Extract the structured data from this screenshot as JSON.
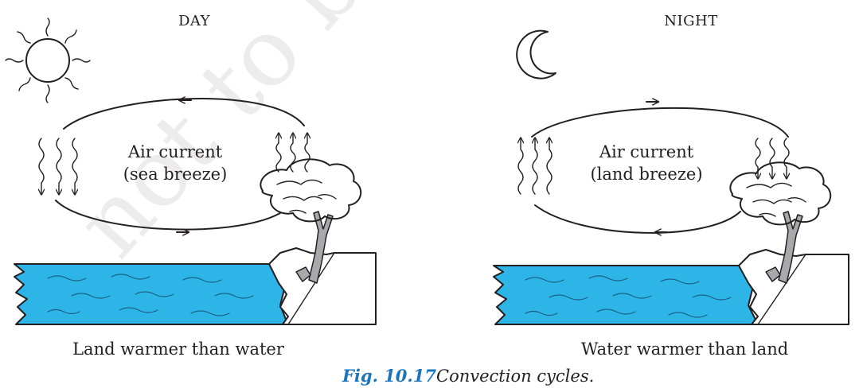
{
  "watermark": "not to be",
  "panels": [
    {
      "heading": "DAY",
      "label_line1": "Air current",
      "label_line2": "(sea breeze)",
      "caption": "Land warmer than water",
      "sky_icon": "sun-icon"
    },
    {
      "heading": "NIGHT",
      "label_line1": "Air current",
      "label_line2": "(land breeze)",
      "caption": "Water warmer than land",
      "sky_icon": "moon-icon"
    }
  ],
  "figure": {
    "number": "Fig. 10.17",
    "title": "Convection cycles."
  },
  "colors": {
    "water": "#2db5e8",
    "caption_number": "#1c75bc",
    "ink": "#231f20",
    "trunk": "#a7a9ac"
  }
}
